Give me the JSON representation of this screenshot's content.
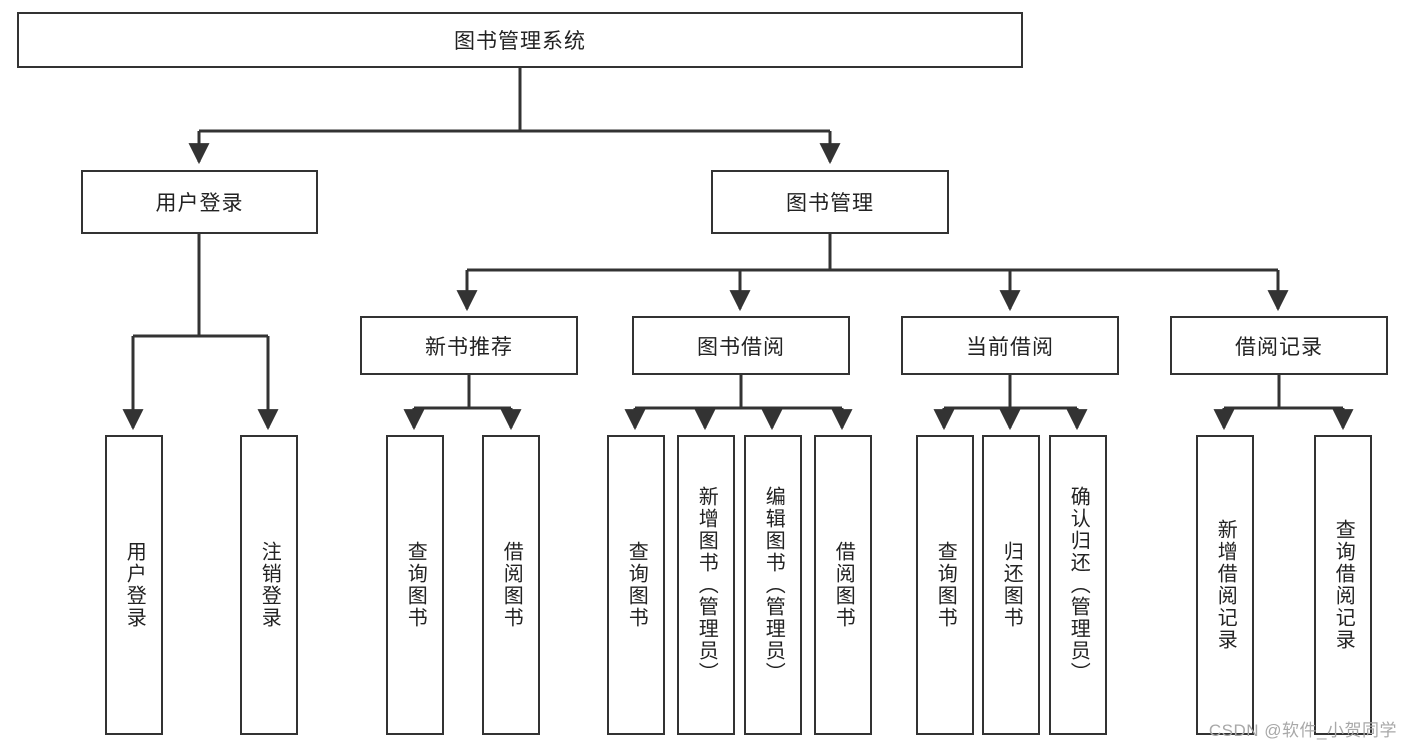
{
  "diagram": {
    "type": "tree",
    "title": "图书管理系统",
    "watermark": "CSDN @软件_小贺同学",
    "colors": {
      "stroke": "#333333",
      "fill": "#ffffff",
      "text": "#222222",
      "watermark": "#a8a8a8"
    },
    "root": {
      "label": "图书管理系统"
    },
    "level2": [
      {
        "label": "用户登录"
      },
      {
        "label": "图书管理"
      }
    ],
    "level3": [
      {
        "label": "新书推荐"
      },
      {
        "label": "图书借阅"
      },
      {
        "label": "当前借阅"
      },
      {
        "label": "借阅记录"
      }
    ],
    "leaves": {
      "user_login": [
        {
          "label": "用户登录"
        },
        {
          "label": "注销登录"
        }
      ],
      "new_book_recommend": [
        {
          "label": "查询图书"
        },
        {
          "label": "借阅图书"
        }
      ],
      "book_borrow": [
        {
          "label": "查询图书"
        },
        {
          "label": "新增图书（管理员）"
        },
        {
          "label": "编辑图书（管理员）"
        },
        {
          "label": "借阅图书"
        }
      ],
      "current_borrow": [
        {
          "label": "查询图书"
        },
        {
          "label": "归还图书"
        },
        {
          "label": "确认归还（管理员）"
        }
      ],
      "borrow_record": [
        {
          "label": "新增借阅记录"
        },
        {
          "label": "查询借阅记录"
        }
      ]
    }
  }
}
